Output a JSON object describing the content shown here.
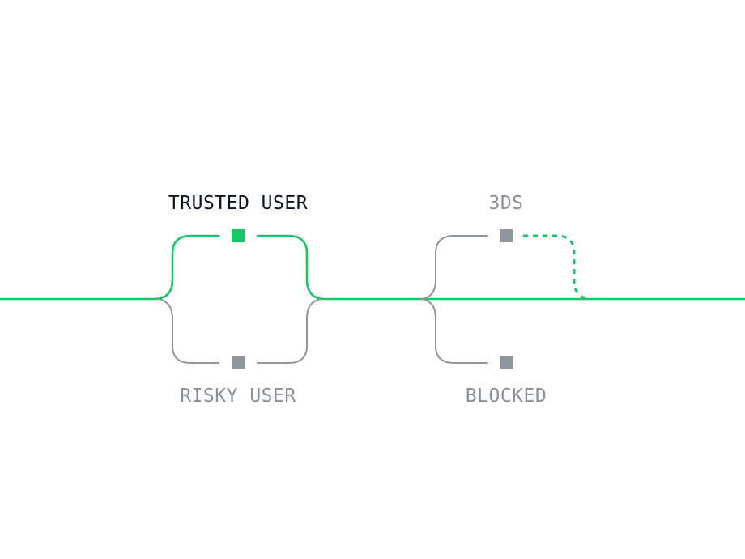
{
  "colors": {
    "active": "#13c865",
    "muted": "#8f959d",
    "label_active": "#0b1222",
    "label_muted": "#8a9099"
  },
  "nodes": {
    "trusted_user": {
      "label": "TRUSTED USER",
      "state": "active"
    },
    "risky_user": {
      "label": "RISKY USER",
      "state": "inactive"
    },
    "three_ds": {
      "label": "3DS",
      "state": "inactive"
    },
    "blocked": {
      "label": "BLOCKED",
      "state": "inactive"
    }
  }
}
